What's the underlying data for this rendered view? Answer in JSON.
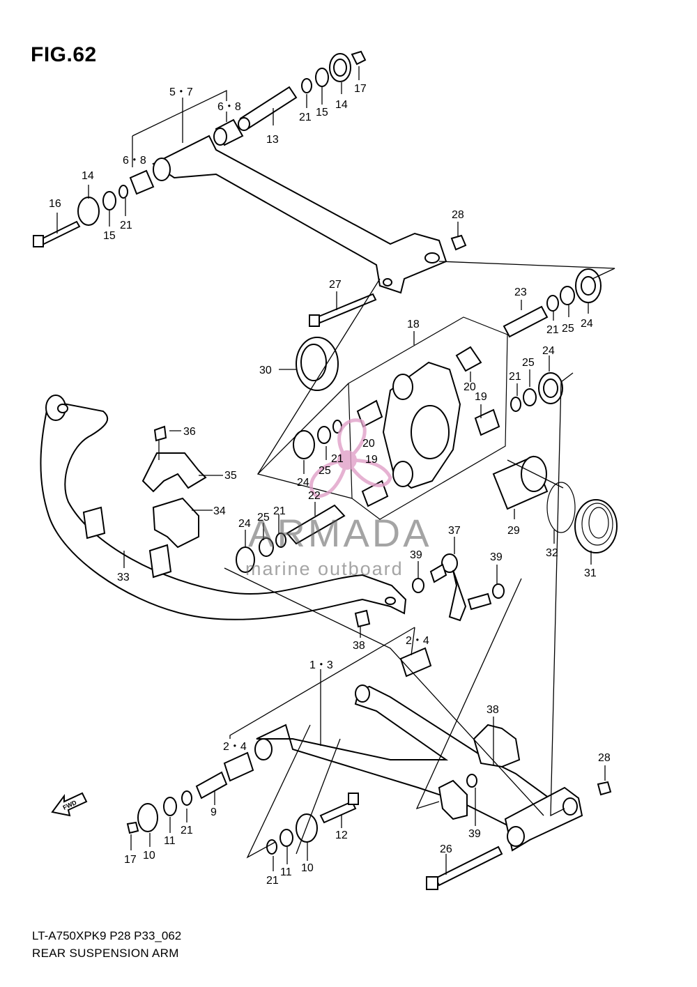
{
  "figure": {
    "title": "FIG.62",
    "model_code": "LT-A750XPK9 P28 P33_062",
    "name": "REAR SUSPENSION ARM"
  },
  "watermark": {
    "brand": "ARMADA",
    "tagline": "marine outboard",
    "logo_color": "#e0a0c8"
  },
  "labels": {
    "l_5_7": "5・7",
    "l_6_8a": "6・8",
    "l_6_8b": "6・8",
    "l_13": "13",
    "l_21a": "21",
    "l_15a": "15",
    "l_14a": "14",
    "l_17a": "17",
    "l_14b": "14",
    "l_16": "16",
    "l_15b": "15",
    "l_21b": "21",
    "l_28a": "28",
    "l_27": "27",
    "l_23": "23",
    "l_21c": "21",
    "l_25a": "25",
    "l_24a": "24",
    "l_18": "18",
    "l_30": "30",
    "l_20a": "20",
    "l_19a": "19",
    "l_21d": "21",
    "l_25b": "25",
    "l_24b": "24",
    "l_36": "36",
    "l_35": "35",
    "l_34": "34",
    "l_20b": "20",
    "l_21e": "21",
    "l_19b": "19",
    "l_24c": "24",
    "l_25c": "25",
    "l_22": "22",
    "l_21f": "21",
    "l_25d": "25",
    "l_24d": "24",
    "l_29": "29",
    "l_32": "32",
    "l_31": "31",
    "l_37": "37",
    "l_39a": "39",
    "l_39b": "39",
    "l_33": "33",
    "l_38a": "38",
    "l_2_4a": "2・4",
    "l_1_3": "1・3",
    "l_38b": "38",
    "l_2_4b": "2・4",
    "l_28b": "28",
    "l_9": "9",
    "l_21g": "21",
    "l_11a": "11",
    "l_10a": "10",
    "l_17b": "17",
    "l_12": "12",
    "l_39c": "39",
    "l_26": "26",
    "l_21h": "21",
    "l_11b": "11",
    "l_10b": "10"
  },
  "icons": {
    "fwd_arrow": "FWD"
  }
}
